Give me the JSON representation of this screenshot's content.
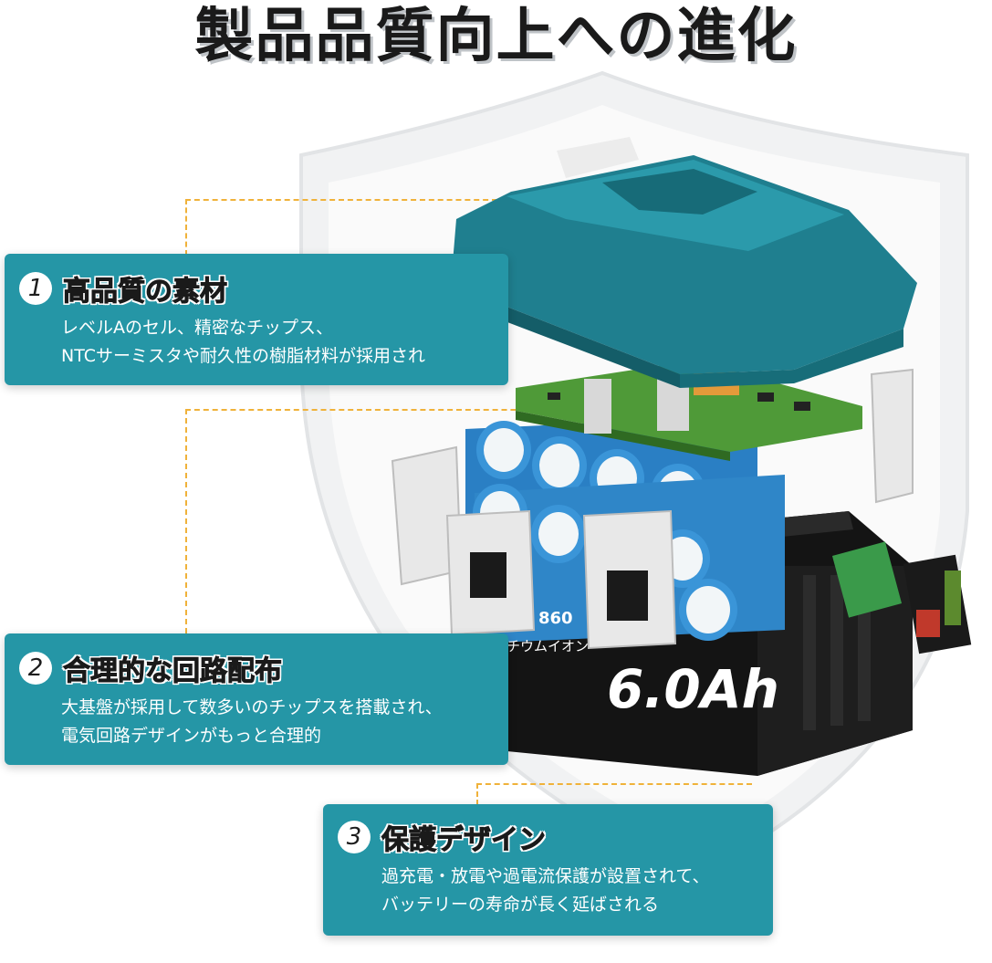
{
  "title": "製品品質向上への進化",
  "features": [
    {
      "num": "1",
      "title": "高品質の素材",
      "lines": [
        "レベルAのセル、精密なチップス、",
        "NTCサーミスタや耐久性の樹脂材料が採用され"
      ]
    },
    {
      "num": "2",
      "title": "合理的な回路配布",
      "lines": [
        "大基盤が採用して数多いのチップスを搭載され、",
        "電気回路デザインがもっと合理的"
      ]
    },
    {
      "num": "3",
      "title": "保護デザイン",
      "lines": [
        "過充電・放電や過電流保護が設置されて、",
        "バッテリーの寿命が長く延ばされる"
      ]
    }
  ],
  "battery": {
    "model_fragment": "860",
    "type_label": "リチウムイオン",
    "capacity_fragment": "6.0Ah"
  },
  "colors": {
    "card": "#2596a6",
    "housing_top": "#1f7f8f",
    "cells": "#2f8fd0",
    "dash": "#f0b23a",
    "housing_bottom": "#111111"
  }
}
